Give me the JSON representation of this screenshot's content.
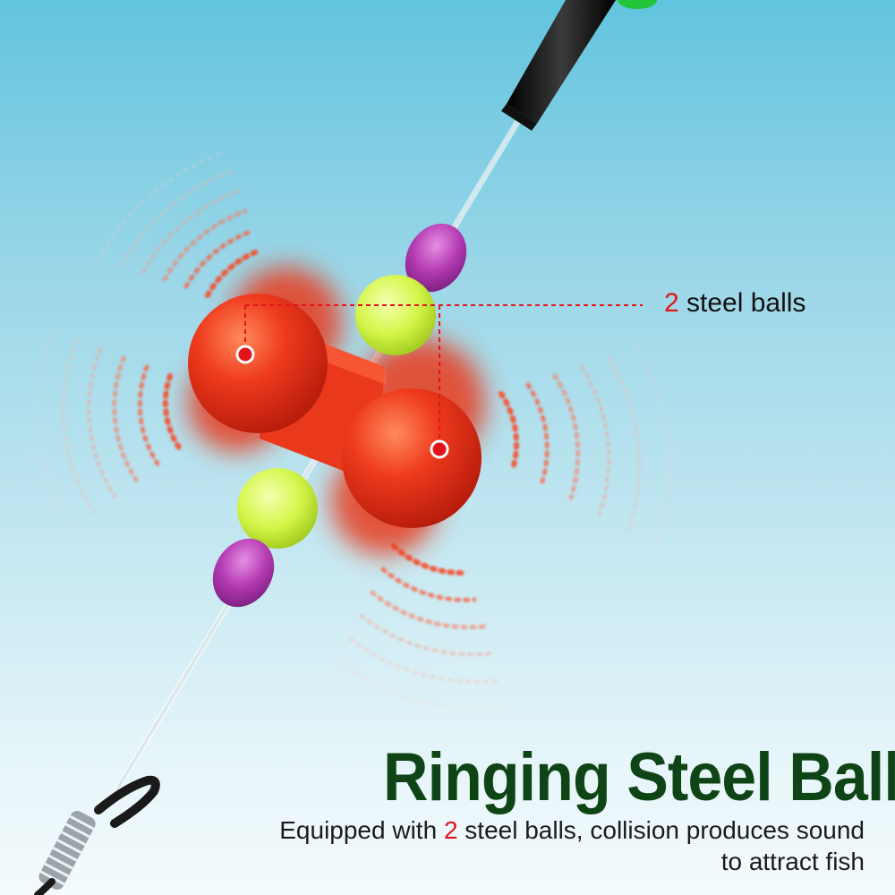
{
  "callout": {
    "number": "2",
    "text": "steel balls"
  },
  "headline": "Ringing Steel Ball",
  "description": {
    "prefix": "Equipped with",
    "number": "2",
    "suffix": "steel balls, collision produces sound",
    "line2": "to attract fish"
  },
  "colors": {
    "headline": "#0f4516",
    "accent": "#e2141b",
    "ball": "#e8361c",
    "bead_green": "#cdf53a",
    "bead_purple": "#b33ab2",
    "background_top": "#62c4de",
    "background_bottom": "#f4fbfd"
  }
}
